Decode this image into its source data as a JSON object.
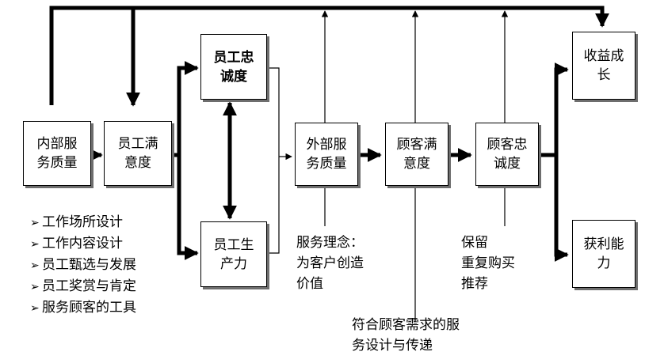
{
  "boxes": {
    "internal_service_quality": "内部服务质量",
    "employee_satisfaction": "员工满意度",
    "employee_loyalty": "员工忠诚度",
    "employee_productivity": "员工生产力",
    "external_service_quality": "外部服务质量",
    "customer_satisfaction": "顾客满意度",
    "customer_loyalty": "顾客忠诚度",
    "revenue_growth": "收益成长",
    "profitability": "获利能力"
  },
  "box_lines": {
    "internal_service_quality": [
      "内部服",
      "务质量"
    ],
    "employee_satisfaction": [
      "员工满",
      "意度"
    ],
    "employee_loyalty": [
      "员工忠",
      "诚度"
    ],
    "employee_productivity": [
      "员工生",
      "产力"
    ],
    "external_service_quality": [
      "外部服",
      "务质量"
    ],
    "customer_satisfaction": [
      "顾客满",
      "意度"
    ],
    "customer_loyalty": [
      "顾客忠",
      "诚度"
    ],
    "revenue_growth": [
      "收益成",
      "长"
    ],
    "profitability": [
      "获利能",
      "力"
    ]
  },
  "workplace_factors": [
    "工作场所设计",
    "工作内容设计",
    "员工甄选与发展",
    "员工奖赏与肯定",
    "服务顾客的工具"
  ],
  "service_concept": [
    "服务理念：",
    "为客户创造",
    "价值"
  ],
  "service_design": [
    "符合顾客需求的服",
    "务设计与传递"
  ],
  "retention": [
    "保留",
    "重复购买",
    "推荐"
  ],
  "bullet_symbol": "➢",
  "colors": {
    "line": "#000000",
    "shadow": "#6e6e6e"
  }
}
